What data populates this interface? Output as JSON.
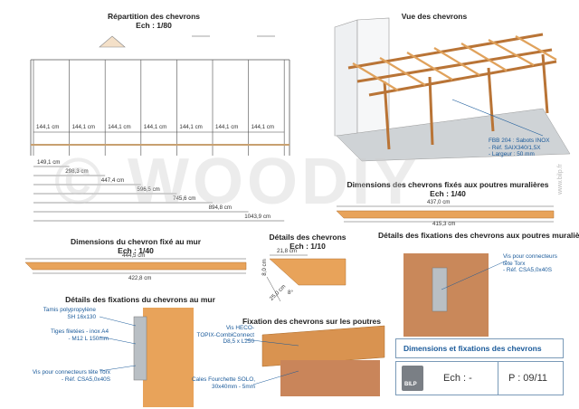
{
  "sections": {
    "repartition": {
      "title": "Répartition des chevrons",
      "scale": "Ech : 1/80"
    },
    "vue": {
      "title": "Vue des chevrons"
    },
    "dim_fixes_poutres": {
      "title": "Dimensions des chevrons fixés aux poutres muralières",
      "scale": "Ech : 1/40"
    },
    "dim_fixe_mur": {
      "title": "Dimensions du chevron fixé au mur",
      "scale": "Ech : 1/40"
    },
    "details": {
      "title": "Détails des chevrons",
      "scale": "Ech : 1/10"
    },
    "fix_poutres_mur": {
      "title": "Détails des fixations des chevrons aux poutres muralières"
    },
    "fix_mur": {
      "title": "Détails des fixations du chevrons au mur"
    },
    "fix_poutres": {
      "title": "Fixation des chevrons sur les poutres"
    }
  },
  "spacings": [
    "144,1 cm",
    "144,1 cm",
    "144,1 cm",
    "144,1 cm",
    "144,1 cm",
    "144,1 cm",
    "144,1 cm"
  ],
  "cumulative": [
    "149,1 cm",
    "298,3 cm",
    "447,4 cm",
    "596,5 cm",
    "745,6 cm",
    "894,8 cm",
    "1043,9 cm"
  ],
  "dims": {
    "poutres_top": "437,0 cm",
    "poutres_bottom": "415,3 cm",
    "mur_top": "444,5 cm",
    "mur_bottom": "422,8 cm",
    "detail_top": "21,8 cm",
    "detail_side": "8,0 cm",
    "detail_diag": "25,0 cm",
    "detail_angle": "8°"
  },
  "notes": {
    "sabots": [
      "FBB 204 : Sabots INOX",
      "- Réf. SAIX340/1,5X",
      "- Largeur : 50 mm"
    ],
    "vis_poutres": [
      "Vis pour connecteurs",
      "tête Torx",
      "- Réf. CSA5,0x40S"
    ],
    "tamis": [
      "Tamis polypropylène",
      "SH 16x130"
    ],
    "tiges": [
      "Tiges filetées - inox A4",
      "- M12 L 150mm"
    ],
    "vis_mur": [
      "Vis pour connecteurs tête Torx",
      "- Réf. CSA5,0x40S"
    ],
    "vis_heco": [
      "Vis HECO-",
      "TOPIX-CombiConnect",
      "D8,5 x L250"
    ],
    "cales": [
      "Cales Fourchette SOLO,",
      "30x40mm - 5mm"
    ]
  },
  "footer": {
    "title": "Dimensions et fixations des chevrons",
    "scale": "Ech : -",
    "page": "P : 09/11",
    "logo": "BILP"
  },
  "watermark": "© WOODIY",
  "vertical_text": "www.bilp.fr",
  "colors": {
    "wood": "#e8a35a",
    "woodDark": "#c07a30",
    "blue": "#1a5a9a",
    "steel": "#9aa0a6"
  }
}
